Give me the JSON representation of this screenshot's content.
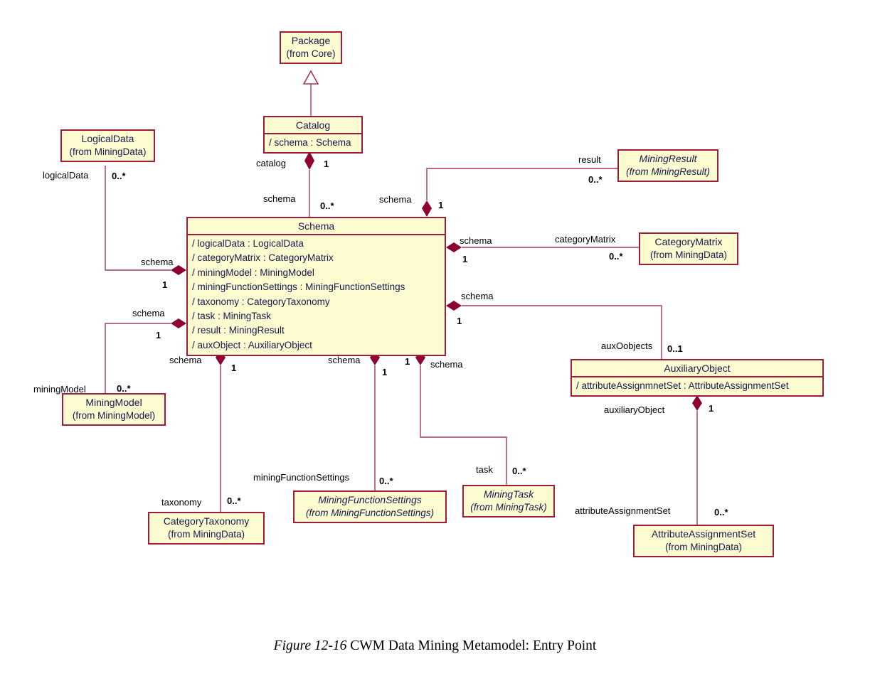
{
  "caption": {
    "figure_label": "Figure 12-16",
    "title": " CWM Data Mining Metamodel: Entry Point"
  },
  "colors": {
    "box_fill": "#fdfcd0",
    "box_border": "#9e1b3c",
    "diamond_fill": "#8d0233",
    "line": "#a43a55",
    "class_text": "#17174e",
    "label_text": "#000000"
  },
  "classes": {
    "package": {
      "name": "Package",
      "from": "(from Core)"
    },
    "catalog": {
      "name": "Catalog",
      "attrs": [
        "/ schema : Schema"
      ]
    },
    "logical_data": {
      "name": "LogicalData",
      "from": "(from MiningData)"
    },
    "mining_result": {
      "name": "MiningResult",
      "from": "(from MiningResult)"
    },
    "schema": {
      "name": "Schema",
      "attrs": [
        "/ logicalData : LogicalData",
        "/ categoryMatrix : CategoryMatrix",
        "/ miningModel : MiningModel",
        "/ miningFunctionSettings : MiningFunctionSettings",
        "/ taxonomy : CategoryTaxonomy",
        "/ task : MiningTask",
        "/ result : MiningResult",
        "/ auxObject : AuxiliaryObject"
      ]
    },
    "category_matrix": {
      "name": "CategoryMatrix",
      "from": "(from MiningData)"
    },
    "auxiliary_object": {
      "name": "AuxiliaryObject",
      "attrs": [
        "/ attributeAssignmnetSet : AttributeAssignmentSet"
      ]
    },
    "mining_model": {
      "name": "MiningModel",
      "from": "(from MiningModel)"
    },
    "category_taxonomy": {
      "name": "CategoryTaxonomy",
      "from": "(from MiningData)"
    },
    "mining_function_settings": {
      "name": "MiningFunctionSettings",
      "from": "(from MiningFunctionSettings)"
    },
    "mining_task": {
      "name": "MiningTask",
      "from": "(from MiningTask)"
    },
    "attribute_assignment_set": {
      "name": "AttributeAssignmentSet",
      "from": "(from MiningData)"
    }
  },
  "associations": {
    "catalog_schema": {
      "role_whole": "catalog",
      "mult_whole": "1",
      "role_part": "schema",
      "mult_part": "0..*"
    },
    "schema_logical_data": {
      "role_whole": "schema",
      "mult_whole": "1",
      "role_part": "logicalData",
      "mult_part": "0..*"
    },
    "schema_mining_result": {
      "role_whole": "schema",
      "mult_whole": "1",
      "role_part": "result",
      "mult_part": "0..*"
    },
    "schema_category_matrix": {
      "role_whole": "schema",
      "mult_whole": "1",
      "role_part": "categoryMatrix",
      "mult_part": "0..*"
    },
    "schema_auxiliary_object": {
      "role_whole": "schema",
      "mult_whole": "1",
      "role_part": "auxOobjects",
      "mult_part": "0..1"
    },
    "schema_mining_model": {
      "role_whole": "schema",
      "mult_whole": "1",
      "role_part": "miningModel",
      "mult_part": "0..*"
    },
    "schema_category_taxonomy": {
      "role_whole": "schema",
      "mult_whole": "1",
      "role_part": "taxonomy",
      "mult_part": "0..*"
    },
    "schema_mining_function_settings": {
      "role_whole": "schema",
      "mult_whole": "1",
      "role_part": "miningFunctionSettings",
      "mult_part": "0..*"
    },
    "schema_mining_task": {
      "role_whole": "schema",
      "mult_whole": "1",
      "role_part": "task",
      "mult_part": "0..*"
    },
    "auxiliary_object_aas": {
      "role_whole": "auxiliaryObject",
      "mult_whole": "1",
      "role_part": "attributeAssignmentSet",
      "mult_part": "0..*"
    }
  }
}
